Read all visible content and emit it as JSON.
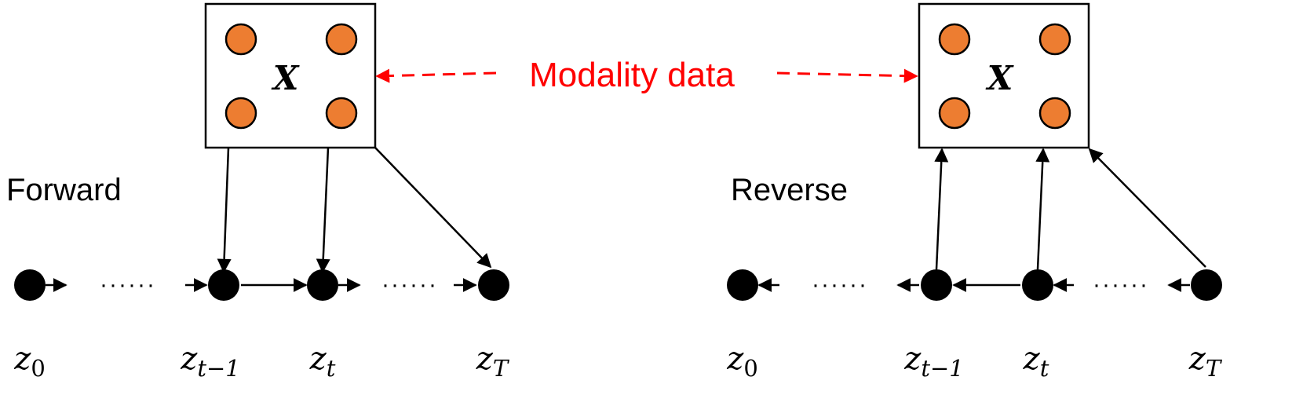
{
  "modality_label": "Modality data",
  "box_label": "X",
  "forward": {
    "title": "Forward",
    "dots": "······",
    "nodes": [
      {
        "base": "z",
        "sub": "0"
      },
      {
        "base": "z",
        "sub": "t−1"
      },
      {
        "base": "z",
        "sub": "t"
      },
      {
        "base": "z",
        "sub": "T"
      }
    ]
  },
  "reverse": {
    "title": "Reverse",
    "dots": "······",
    "nodes": [
      {
        "base": "z",
        "sub": "0"
      },
      {
        "base": "z",
        "sub": "t−1"
      },
      {
        "base": "z",
        "sub": "t"
      },
      {
        "base": "z",
        "sub": "T"
      }
    ]
  },
  "colors": {
    "ink": "#000000",
    "accent": "#ff0000",
    "circle_fill": "#ed7d31",
    "box_fill": "#ffffff"
  }
}
